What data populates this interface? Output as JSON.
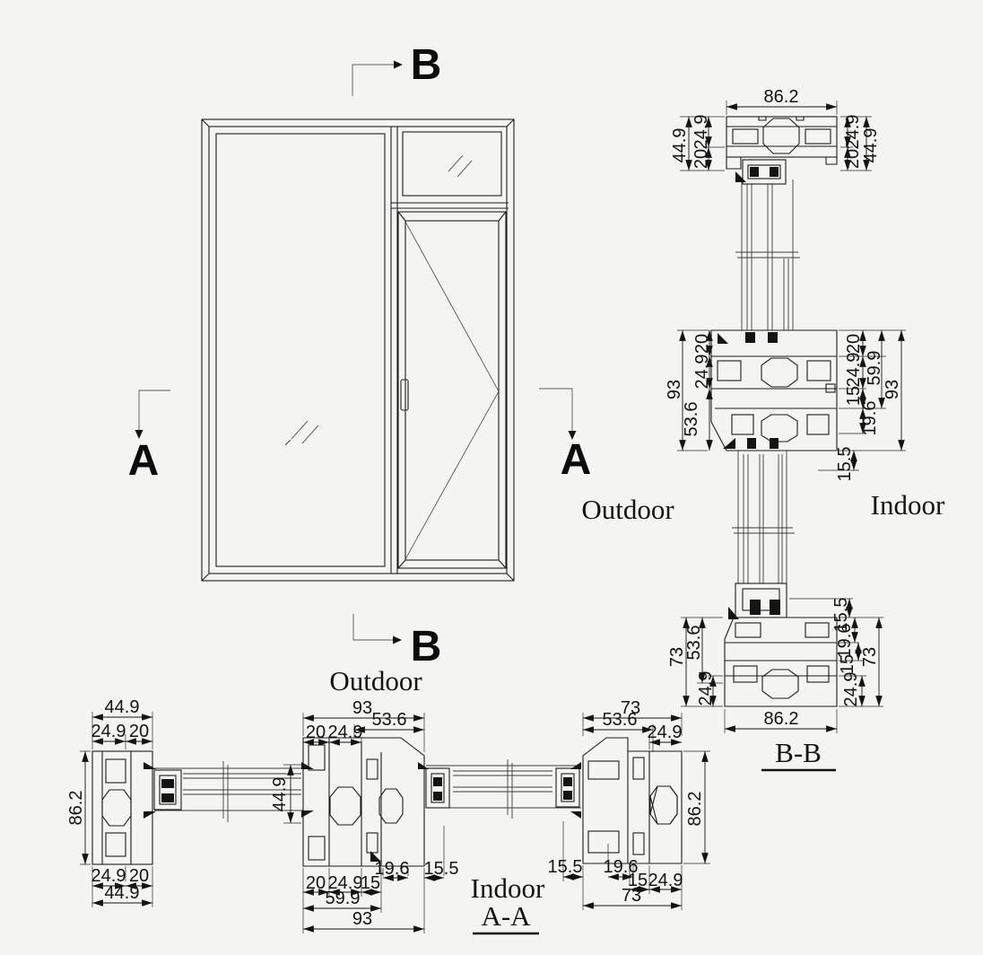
{
  "markers": {
    "a": "A",
    "b": "B"
  },
  "labels": {
    "outdoor": "Outdoor",
    "indoor": "Indoor"
  },
  "section_bb": {
    "title": "B-B",
    "head": {
      "width": "86.2",
      "left_outer": "44.9",
      "left_chain": [
        "24.9",
        "20"
      ],
      "right_chain": [
        "24.9",
        "20"
      ],
      "right_outer": "44.9"
    },
    "transom": {
      "left_outer": "93",
      "left_chain": [
        "20",
        "24.9",
        "53.6"
      ],
      "right_chain": [
        "20",
        "24.9",
        "15",
        "19.6",
        "15.5"
      ],
      "right_mid": "59.9",
      "right_outer": "93"
    },
    "sill": {
      "left_outer": "73",
      "left_chain": [
        "53.6",
        "24.9"
      ],
      "right_chain": [
        "15.5",
        "19.6",
        "15",
        "24.9"
      ],
      "right_outer": "73",
      "width": "86.2"
    }
  },
  "section_aa": {
    "title": "A-A",
    "left_jamb": {
      "top_outer": "44.9",
      "top_chain": [
        "24.9",
        "20"
      ],
      "depth": "86.2",
      "bottom_chain": [
        "24.9",
        "20"
      ],
      "bottom_outer": "44.9"
    },
    "glazing_depth": "44.9",
    "mullion": {
      "top_outer": "93",
      "top_sash": "53.6",
      "top_chain": [
        "20",
        "24.9"
      ],
      "bottom_pair": [
        "19.6",
        "15.5"
      ],
      "bottom_chain": [
        "20",
        "24.9",
        "15"
      ],
      "bottom_mid": "59.9",
      "bottom_outer": "93"
    },
    "right_jamb": {
      "top_outer": "73",
      "top_sash": "53.6",
      "top_chain": "24.9",
      "depth": "86.2",
      "bottom_pair": [
        "15.5",
        "19.6"
      ],
      "bottom_chain": [
        "15",
        "24.9"
      ],
      "bottom_outer": "73"
    }
  }
}
